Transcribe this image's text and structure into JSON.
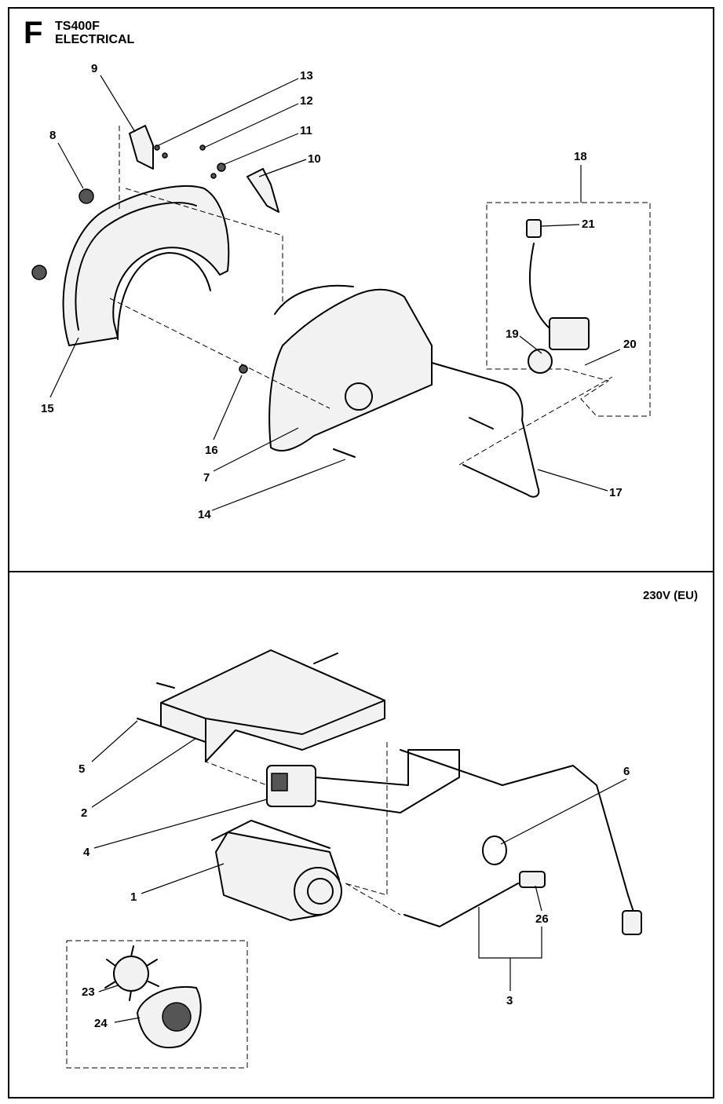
{
  "header": {
    "section_letter": "F",
    "model": "TS400F",
    "section_title": "ELECTRICAL"
  },
  "lower_panel": {
    "voltage_label": "230V (EU)"
  },
  "callouts_top": [
    "9",
    "13",
    "12",
    "8",
    "11",
    "10",
    "18",
    "21",
    "19",
    "20",
    "15",
    "16",
    "7",
    "14",
    "17"
  ],
  "callouts_bottom": [
    "5",
    "2",
    "4",
    "6",
    "1",
    "26",
    "3",
    "23",
    "24"
  ]
}
